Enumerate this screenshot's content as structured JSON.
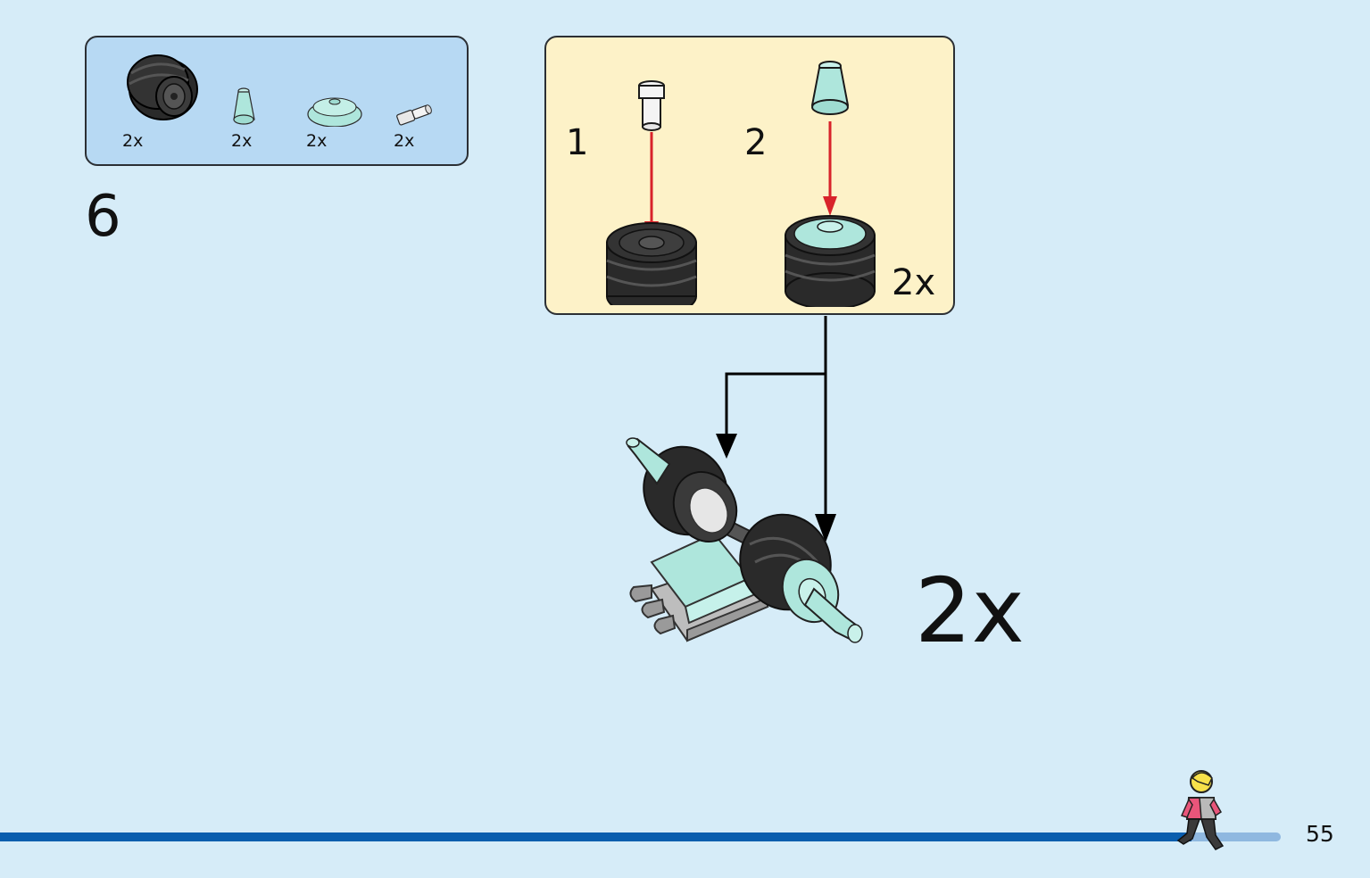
{
  "parts_list": {
    "items": [
      {
        "icon": "tire-wheel-icon",
        "qty": "2x"
      },
      {
        "icon": "trans-cone-icon",
        "qty": "2x"
      },
      {
        "icon": "trans-round-dish-icon",
        "qty": "2x"
      },
      {
        "icon": "connector-pin-icon",
        "qty": "2x"
      }
    ]
  },
  "step": {
    "number": "6"
  },
  "sub_assembly": {
    "sub_steps": [
      {
        "number": "1",
        "icon": "pin-into-wheel-icon"
      },
      {
        "number": "2",
        "icon": "cone-onto-wheel-icon"
      }
    ],
    "qty": "2x"
  },
  "main": {
    "qty": "2x"
  },
  "progress": {
    "fraction": 0.93
  },
  "page": {
    "number": "55"
  },
  "colors": {
    "background": "#d6ecf8",
    "parts_box": "#b7d9f3",
    "callout_box": "#fdf2c8",
    "arrow_red": "#d8232a",
    "progress_fill": "#0a5eae",
    "progress_track": "#8fb8e0",
    "trans_light_blue": "#aee6dc"
  }
}
